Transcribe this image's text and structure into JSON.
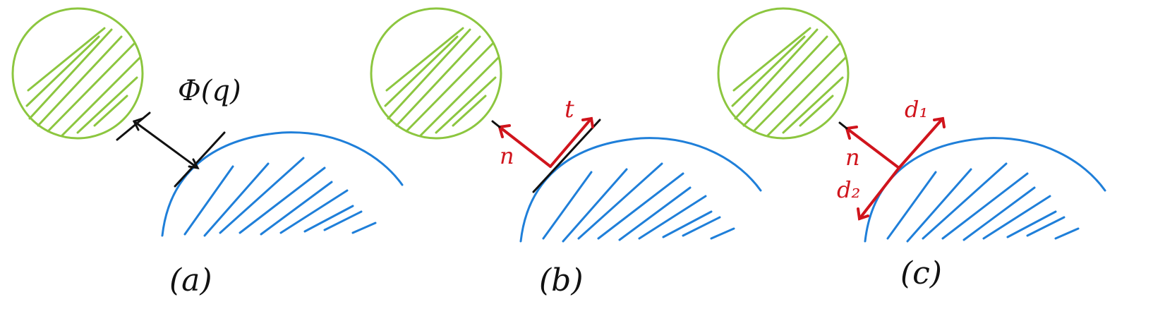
{
  "colors": {
    "obstacle": "#8cc63f",
    "surface": "#1f7fd9",
    "black": "#111111",
    "red": "#d0141c"
  },
  "panels": [
    {
      "id": "a",
      "caption": "(a)",
      "distance_label": "Φ(q)"
    },
    {
      "id": "b",
      "caption": "(b)",
      "normal_label": "n",
      "tangent_label": "t"
    },
    {
      "id": "c",
      "caption": "(c)",
      "normal_label": "n",
      "d1_label": "d₁",
      "d2_label": "d₂"
    }
  ]
}
